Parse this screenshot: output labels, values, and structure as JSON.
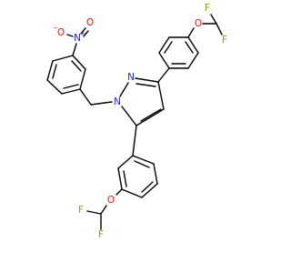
{
  "molecule": {
    "atoms": {
      "o_top": "O",
      "f_top1": "F",
      "f_top2": "F",
      "n_pyrazole_2": "N",
      "n_pyrazole_1": "N",
      "n_nitro": "N",
      "n_nitro_charge": "+",
      "o_nitro_minus": "O",
      "o_nitro_minus_charge": "−",
      "o_nitro_eq": "O",
      "o_bottom": "O",
      "f_bottom1": "F",
      "f_bottom2": "F"
    },
    "colors": {
      "bond": "#000000",
      "nitrogen": "#1a1aff",
      "oxygen": "#ff0d0d",
      "fluorine": "#7fa800"
    }
  }
}
